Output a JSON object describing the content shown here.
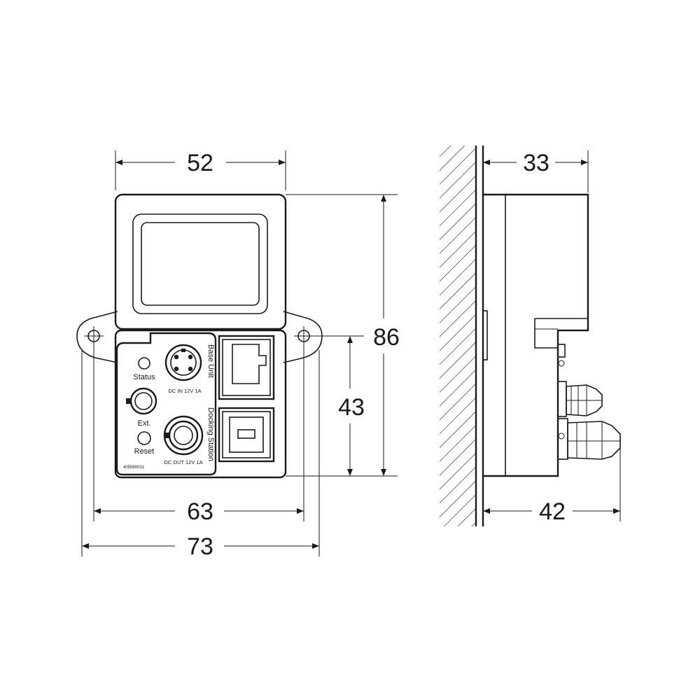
{
  "dimensions": {
    "front_top_width": "52",
    "front_height": "86",
    "front_hole_height": "43",
    "front_hole_spacing": "63",
    "front_total_width": "73",
    "side_depth_top": "33",
    "side_depth_bottom": "42"
  },
  "labels": {
    "status": "Status",
    "ext": "Ext.",
    "reset": "Reset",
    "dc_in": "DC IN 12V 1A",
    "dc_out": "DC OUT 12V 1A",
    "base_unit": "Base Unit",
    "docking_station": "Docking Station",
    "part_number": "405560031"
  },
  "colors": {
    "line": "#1a1a1a",
    "background": "#ffffff"
  }
}
